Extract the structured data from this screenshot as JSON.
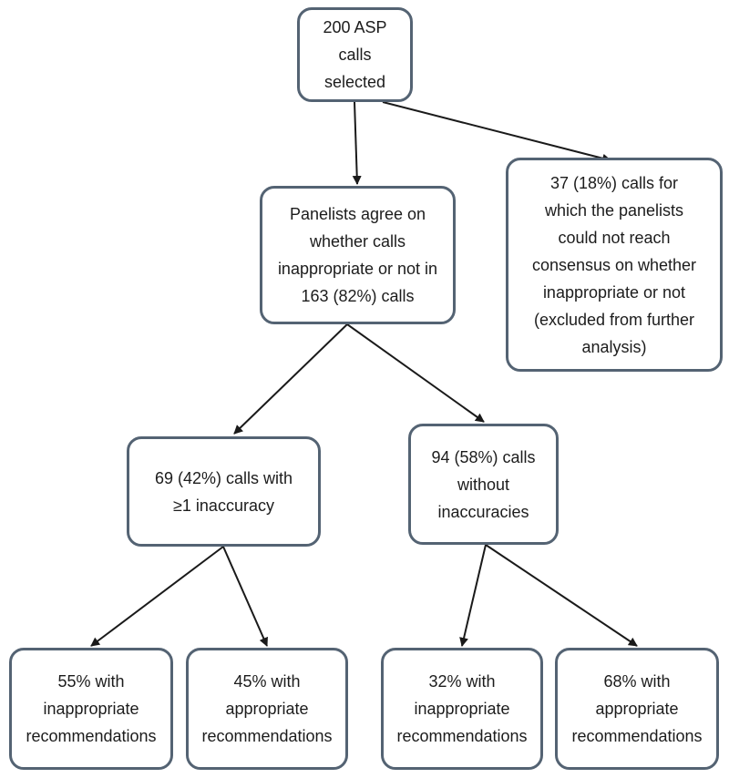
{
  "nodes": {
    "start": "200 ASP\ncalls\nselected",
    "agree": "Panelists agree on\nwhether calls\ninappropriate or not in\n163 (82%) calls",
    "no_consensus": "37 (18%) calls  for\nwhich the panelists\ncould not reach\nconsensus on whether\ninappropriate or not\n(excluded from further\nanalysis)",
    "with_inaccuracy": "69 (42%) calls with\n≥1 inaccuracy",
    "without_inaccuracies": "94 (58%) calls\nwithout\ninaccuracies",
    "inacc_inappropriate": "55% with\ninappropriate\nrecommendations",
    "inacc_appropriate": "45% with\nappropriate\nrecommendations",
    "noinacc_inappropriate": "32% with\ninappropriate\nrecommendations",
    "noinacc_appropriate": "68% with\nappropriate\nrecommendations"
  },
  "colors": {
    "box_border": "#546373",
    "arrow": "#1a1a1a",
    "text": "#1c1c1c"
  }
}
